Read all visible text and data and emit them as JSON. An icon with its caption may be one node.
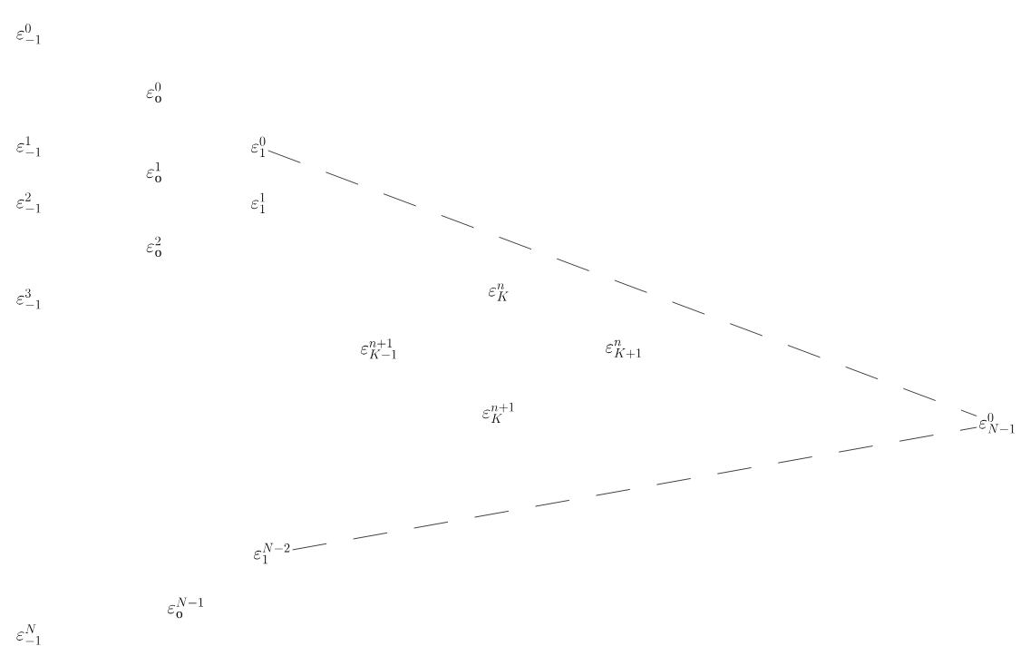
{
  "diagram": {
    "nodes": [
      {
        "text": [
          "\\varepsilon^{0}_{-1}"
        ]
      },
      {
        "text": [
          "\\varepsilon^{0}_{\\mathrm{o}}"
        ]
      },
      {
        "text": [
          "\\varepsilon^{1}_{-1}"
        ]
      },
      {
        "text": [
          "\\varepsilon^{0}_{1}"
        ]
      },
      {
        "text": [
          "\\varepsilon^{1}_{\\mathrm{o}}"
        ]
      },
      {
        "text": [
          "\\varepsilon^{2}_{-1}"
        ]
      },
      {
        "text": [
          "\\varepsilon^{1}_{1}"
        ]
      },
      {
        "text": [
          "\\varepsilon^{2}_{\\mathrm{o}}"
        ]
      },
      {
        "text": [
          "\\varepsilon^{3}_{-1}"
        ]
      },
      {
        "text": [
          "\\varepsilon^{n}_{K}"
        ]
      },
      {
        "text": [
          "\\varepsilon^{n+1}_{K-1}"
        ]
      },
      {
        "text": [
          "\\varepsilon^{n}_{K+1}"
        ]
      },
      {
        "text": [
          "\\varepsilon^{n+1}_{K}"
        ]
      },
      {
        "text": [
          "\\varepsilon^{0}_{N-1}"
        ]
      },
      {
        "text": [
          "\\varepsilon^{N-2}_{1}"
        ]
      },
      {
        "text": [
          "\\varepsilon^{N-1}_{\\mathrm{o}}"
        ]
      },
      {
        "text": [
          "\\varepsilon^{N}_{-1}"
        ]
      }
    ],
    "edges": [
      {
        "from": 3,
        "to": 13,
        "arrow": "none",
        "style": "dashed"
      },
      {
        "from": 14,
        "to": 13,
        "arrow": "none",
        "style": "dashed"
      }
    ]
  }
}
